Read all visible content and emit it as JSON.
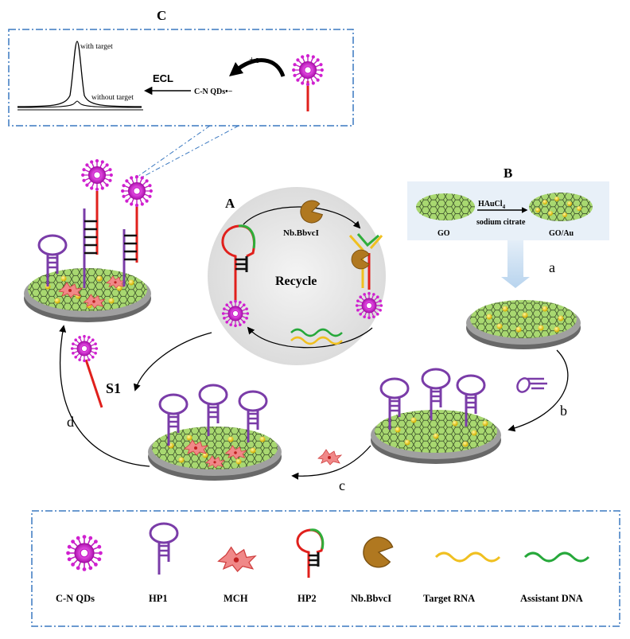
{
  "panel_c": {
    "label": "C",
    "with_target": "with  target",
    "without_target": "without target",
    "ecl": "ECL",
    "cn_qds_minus": "C-N QDs•−",
    "plus_e": "+e"
  },
  "panel_a": {
    "label": "A",
    "enzyme": "Nb.BbvcI",
    "recycle": "Recycle"
  },
  "panel_b": {
    "label": "B",
    "reagent": "HAuCl",
    "reagent_sub": "4",
    "condition": "sodium citrate",
    "go": "GO",
    "go_au": "GO/Au"
  },
  "steps": {
    "a": "a",
    "b": "b",
    "c": "c",
    "d": "d",
    "s1": "S1"
  },
  "legend": [
    {
      "label": "C-N QDs"
    },
    {
      "label": "HP1"
    },
    {
      "label": "MCH"
    },
    {
      "label": "HP2"
    },
    {
      "label": "Nb.BbvcI"
    },
    {
      "label": "Target  RNA"
    },
    {
      "label": "Assistant DNA"
    }
  ],
  "colors": {
    "qd_magenta": "#d82ad8",
    "hp1_purple": "#7a3ca8",
    "hp2_red": "#e0201c",
    "hp2_green": "#2fae3a",
    "hp2_yellow": "#f0c020",
    "enzyme_brown": "#b07820",
    "target_yellow": "#f0c020",
    "assistant_green": "#26a83a",
    "electrode_green": "#a8d870",
    "frame_blue": "#3a78c0"
  }
}
